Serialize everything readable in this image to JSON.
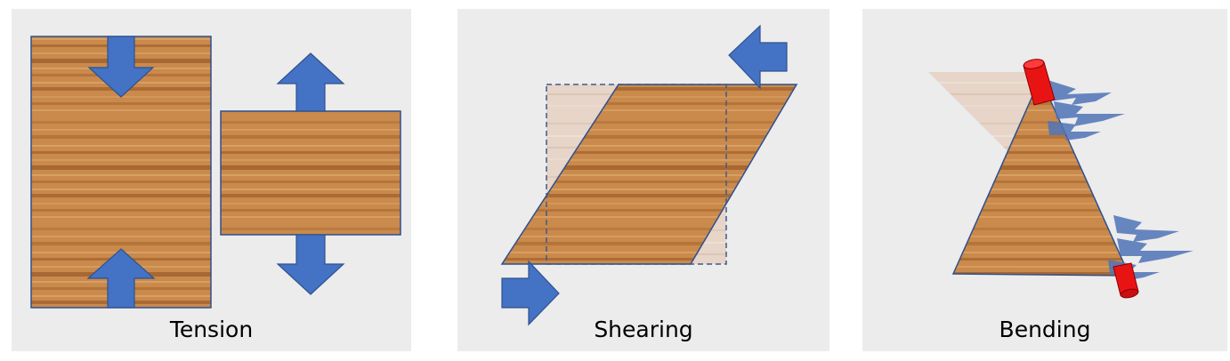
{
  "panels": [
    {
      "caption": "Tension"
    },
    {
      "caption": "Shearing"
    },
    {
      "caption": "Bending"
    }
  ],
  "colors": {
    "arrow": "#4472c4",
    "arrow_light": "#6f8fcf",
    "wood_light": "#cf9255",
    "wood_dark": "#8a4a1e",
    "ghost_wood": "#e7d3c3",
    "pivot": "#e81414",
    "panel_bg": "#ececec"
  }
}
